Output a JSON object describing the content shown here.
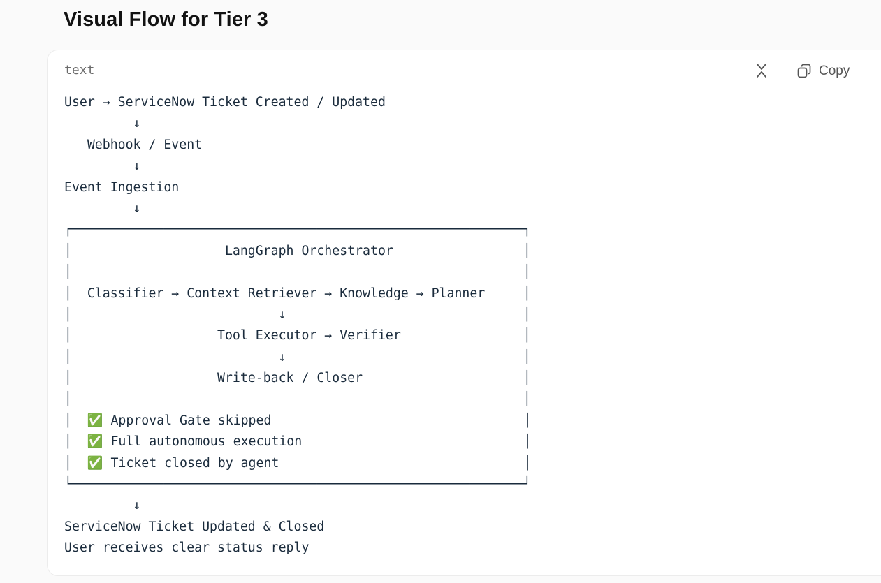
{
  "section": {
    "title": "Visual Flow for Tier 3"
  },
  "code_block": {
    "language": "text",
    "copy_label": "Copy",
    "icons": {
      "collapse": "collapse-icon",
      "copy": "copy-icon"
    },
    "lines": [
      "User → ServiceNow Ticket Created / Updated",
      "         ↓",
      "   Webhook / Event",
      "         ↓",
      "Event Ingestion",
      "         ↓",
      "┌───────────────────────────────────────────────────────────┐",
      "│                    LangGraph Orchestrator                 │",
      "│                                                           │",
      "│  Classifier → Context Retriever → Knowledge → Planner     │",
      "│                           ↓                               │",
      "│                   Tool Executor → Verifier                │",
      "│                           ↓                               │",
      "│                   Write-back / Closer                     │",
      "│                                                           │",
      "│  ✅ Approval Gate skipped                                 │",
      "│  ✅ Full autonomous execution                             │",
      "│  ✅ Ticket closed by agent                                │",
      "└───────────────────────────────────────────────────────────┘",
      "         ↓",
      "ServiceNow Ticket Updated & Closed",
      "User receives clear status reply"
    ]
  }
}
